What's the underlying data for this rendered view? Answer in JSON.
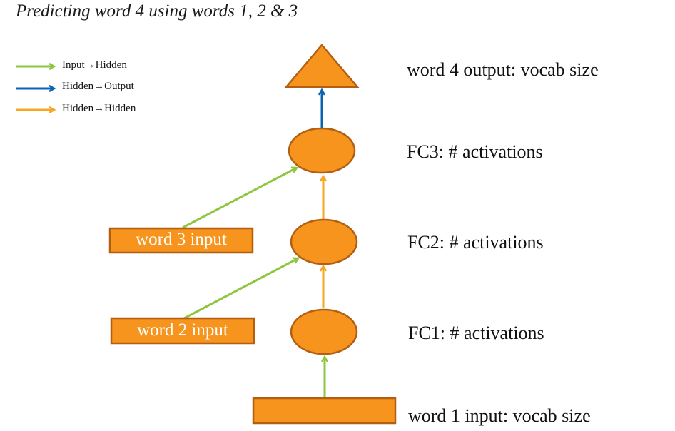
{
  "title": "Predicting word 4 using words 1, 2 & 3",
  "legend": [
    {
      "label": "Input→Hidden",
      "color": "#8dc63f"
    },
    {
      "label": "Hidden→Output",
      "color": "#0b63b5"
    },
    {
      "label": "Hidden→Hidden",
      "color": "#f5a623"
    }
  ],
  "nodes": {
    "output": {
      "label": "word 4 output: vocab size"
    },
    "fc3": {
      "label": "FC3: # activations"
    },
    "fc2": {
      "label": "FC2: # activations"
    },
    "fc1": {
      "label": "FC1: # activations"
    },
    "input1": {
      "label": "word 1 input: vocab size"
    }
  },
  "inputs": {
    "word3": {
      "text": "word 3 input"
    },
    "word2": {
      "text": "word 2 input"
    }
  },
  "colors": {
    "node_fill": "#f7941d",
    "node_stroke": "#b35f12",
    "input_to_hidden": "#8dc63f",
    "hidden_to_output": "#0b63b5",
    "hidden_to_hidden": "#f5a623"
  }
}
